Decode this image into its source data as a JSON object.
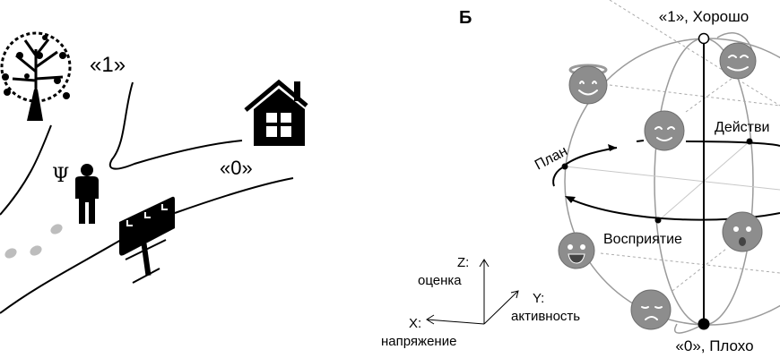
{
  "panel_a": {
    "label_one": "«1»",
    "label_zero": "«0»",
    "psi": "Ψ"
  },
  "panel_b": {
    "panel_letter": "Б",
    "top_label": "«1», Хорошо",
    "bottom_label": "«0», Плохо",
    "plan": "План",
    "action": "Действи",
    "perception": "Восприятие",
    "axes": {
      "z_name": "Z:",
      "z_desc": "оценка",
      "x_name": "X:",
      "x_desc": "напряжение",
      "y_name": "Y:",
      "y_desc": "активность"
    }
  }
}
